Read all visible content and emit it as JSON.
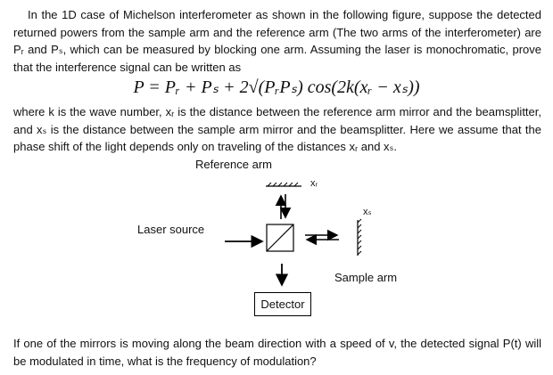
{
  "problem": {
    "intro": "In the 1D case of Michelson interferometer as shown in the following figure, suppose the detected returned powers from the sample arm and the reference arm (The two arms of the interferometer) are Pᵣ and Pₛ, which can be measured by blocking one arm. Assuming the laser is monochromatic, prove that the interference signal can be written as",
    "equation": "P = Pᵣ + Pₛ + 2√(PᵣPₛ) cos(2k(xᵣ − xₛ))",
    "definitions": "where k is the wave number, xᵣ is the distance between the reference arm mirror and the beamsplitter, and xₛ is the distance between the sample arm mirror and the beamsplitter. Here we assume that the phase shift of the light depends only on traveling of the distances xᵣ and xₛ.",
    "question": "If one of the mirrors is moving along the beam direction with a speed of v, the detected signal P(t) will be modulated in time, what is the frequency of modulation?"
  },
  "figure": {
    "reference_arm_label": "Reference arm",
    "xr_label": "xᵣ",
    "xs_label": "xₛ",
    "laser_label": "Laser source",
    "sample_arm_label": "Sample arm",
    "detector_label": "Detector"
  }
}
